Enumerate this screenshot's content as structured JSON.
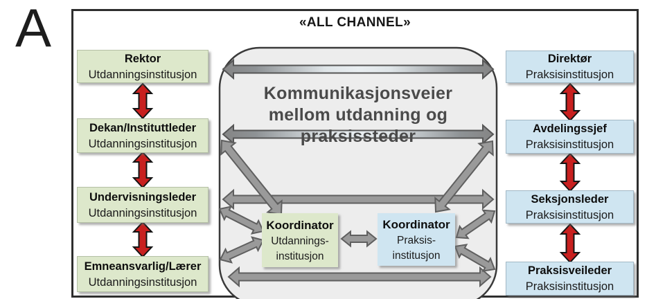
{
  "figure_label": "A",
  "diagram_title": "«ALL CHANNEL»",
  "center_panel": {
    "title_lines": [
      "Kommunikasjonsveier",
      "mellom utdanning og",
      "praksissteder"
    ]
  },
  "education_column": {
    "boxes": [
      {
        "role": "Rektor",
        "org": "Utdanningsinstitusjon"
      },
      {
        "role": "Dekan/Instituttleder",
        "org": "Utdanningsinstitusjon"
      },
      {
        "role": "Undervisningsleder",
        "org": "Utdanningsinstitusjon"
      },
      {
        "role": "Emneansvarlig/Lærer",
        "org": "Utdanningsinstitusjon"
      }
    ]
  },
  "practice_column": {
    "boxes": [
      {
        "role": "Direktør",
        "org": "Praksisinstitusjon"
      },
      {
        "role": "Avdelingssjef",
        "org": "Praksisinstitusjon"
      },
      {
        "role": "Seksjonsleder",
        "org": "Praksisinstitusjon"
      },
      {
        "role": "Praksisveileder",
        "org": "Praksisinstitusjon"
      }
    ]
  },
  "coordinators": {
    "education": {
      "role": "Koordinator",
      "org_lines": [
        "Utdannings-",
        "institusjon"
      ]
    },
    "practice": {
      "role": "Koordinator",
      "org_lines": [
        "Praksis-",
        "institusjon"
      ]
    }
  },
  "colors": {
    "education_box": "#dde8cb",
    "practice_box": "#cfe5f1",
    "red_arrow": "#c8201f",
    "gray_arrow": "#9a9a9a",
    "gray_arrow_outline": "#5f5f5f",
    "container_fill": "#ededed",
    "container_border": "#3a3a3a"
  }
}
